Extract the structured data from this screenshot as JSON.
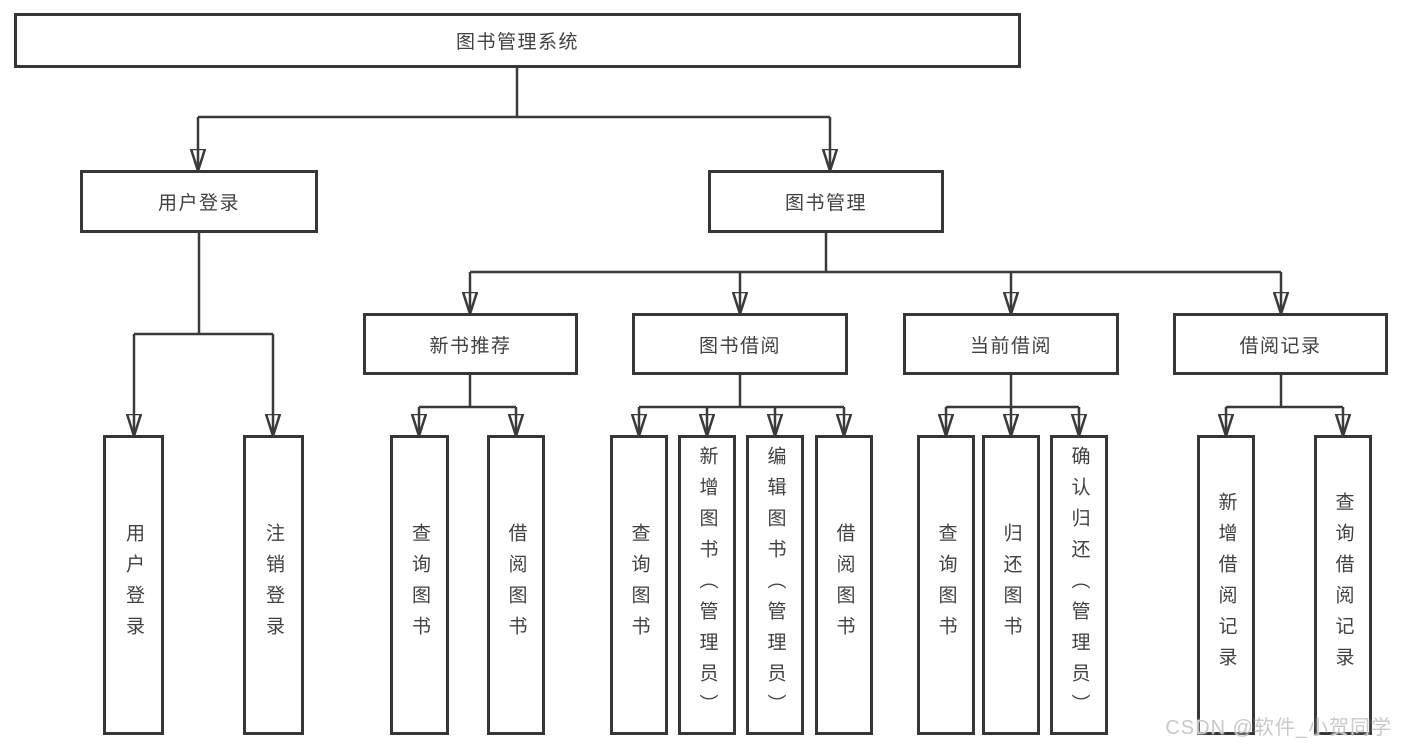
{
  "diagram": {
    "title": "图书管理系统",
    "level2": [
      {
        "label": "用户登录"
      },
      {
        "label": "图书管理"
      }
    ],
    "level3": [
      {
        "label": "新书推荐"
      },
      {
        "label": "图书借阅"
      },
      {
        "label": "当前借阅"
      },
      {
        "label": "借阅记录"
      }
    ],
    "leaves": [
      {
        "label": "用户登录"
      },
      {
        "label": "注销登录"
      },
      {
        "label": "查询图书"
      },
      {
        "label": "借阅图书"
      },
      {
        "label": "查询图书"
      },
      {
        "label": "新增图书（管理员）"
      },
      {
        "label": "编辑图书（管理员）"
      },
      {
        "label": "借阅图书"
      },
      {
        "label": "查询图书"
      },
      {
        "label": "归还图书"
      },
      {
        "label": "确认归还（管理员）"
      },
      {
        "label": "新增借阅记录"
      },
      {
        "label": "查询借阅记录"
      }
    ]
  },
  "watermark": {
    "text": "CSDN @软件_小贺同学"
  },
  "colors": {
    "line": "#3a3a3a",
    "box_border": "#363636",
    "text": "#414141",
    "watermark": "#c9c9c9",
    "background": "#ffffff"
  }
}
